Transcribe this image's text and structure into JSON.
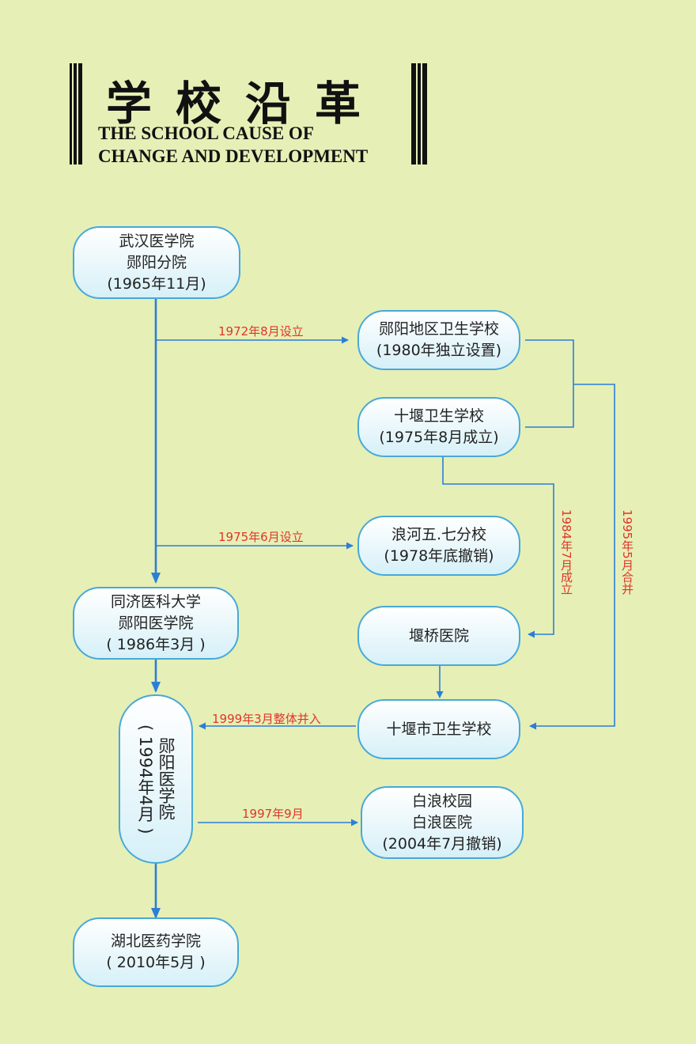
{
  "header": {
    "title_cn": "学校沿革",
    "title_en_line1": "THE SCHOOL CAUSE OF",
    "title_en_line2": "CHANGE AND DEVELOPMENT"
  },
  "colors": {
    "line": "#2b7fd6",
    "label": "#e0352a",
    "box_border": "#47a9d8",
    "background": "#e6efb6"
  },
  "nodes": {
    "whmc": [
      "武汉医学院",
      "郧阳分院",
      "(1965年11月)"
    ],
    "yyhs": [
      "郧阳地区卫生学校",
      "(1980年独立设置)"
    ],
    "syhs": [
      "十堰卫生学校",
      "(1975年8月成立)"
    ],
    "lhwq": [
      "浪河五.七分校",
      "(1978年底撤销)"
    ],
    "tjmu": [
      "同济医科大学",
      "郧阳医学院",
      "( 1986年3月 )"
    ],
    "yqyy": [
      "堰桥医院"
    ],
    "yymc": [
      "郧阳医学院",
      "( 1994年4月 )"
    ],
    "sshs": [
      "十堰市卫生学校"
    ],
    "blxy": [
      "白浪校园",
      "白浪医院",
      "(2004年7月撤销)"
    ],
    "hbmu": [
      "湖北医药学院",
      "( 2010年5月 )"
    ]
  },
  "edge_labels": {
    "e1972": "1972年8月设立",
    "e1975": "1975年6月设立",
    "e1984": "1984年7月成立",
    "e1995": "1995年5月合并",
    "e1999": "1999年3月整体并入",
    "e1997": "1997年9月"
  }
}
